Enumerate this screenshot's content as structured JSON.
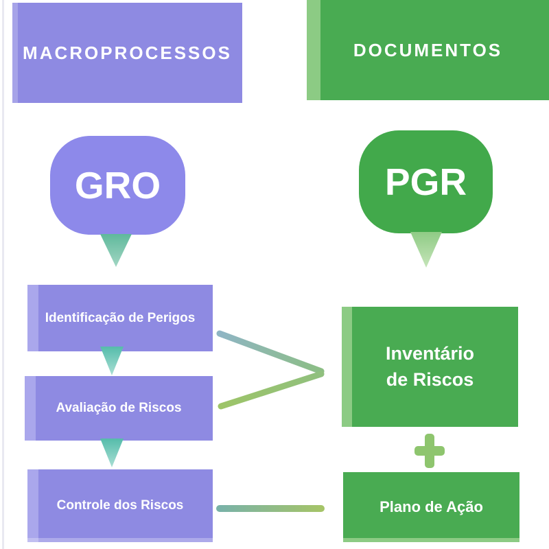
{
  "palette": {
    "purple": "#8e8ae2",
    "purple_light": "#aaa7ec",
    "purple_pill": "#8d89ea",
    "green": "#49ab52",
    "green_light": "#8ccb84",
    "green_pill": "#42a94b",
    "teal_arrow": "#5fb99c",
    "green_arrow_light": "#a5d498",
    "plus_green": "#8ec56e",
    "chevron_top_start": "#8fb5c4",
    "chevron_end_green": "#8cbe84",
    "chevron_bottom_start": "#9dc468",
    "hline_start": "#79b2a8",
    "hline_end": "#a5c468",
    "text": "#ffffff"
  },
  "left": {
    "header": "MACROPROCESSOS",
    "pill": "GRO",
    "boxes": [
      "Identificação de Perigos",
      "Avaliação de Riscos",
      "Controle dos Riscos"
    ]
  },
  "right": {
    "header": "DOCUMENTOS",
    "pill": "PGR",
    "inventory_line1": "Inventário",
    "inventory_line2": "de Riscos",
    "action": "Plano de Ação"
  },
  "icons": {
    "gro_pointer": "triangle-down",
    "pgr_pointer": "triangle-down",
    "step_arrows": "triangle-down",
    "merge_connector": "greater-than-chevron",
    "plus": "plus",
    "link_connector": "horizontal-line"
  }
}
